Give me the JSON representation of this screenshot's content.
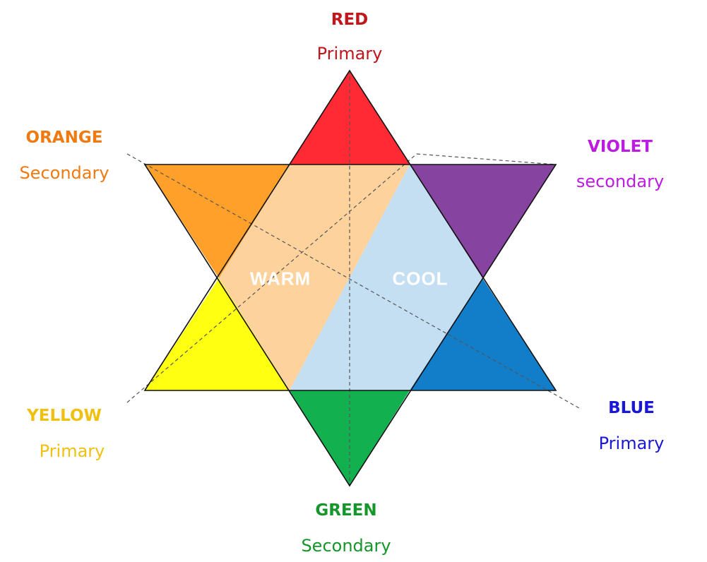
{
  "colors": [
    {
      "key": "red",
      "name": "RED",
      "kind": "Primary",
      "fill": "#ff2a33",
      "text": "#c0161c"
    },
    {
      "key": "orange",
      "name": "ORANGE",
      "kind": "Secondary",
      "fill": "#ffa02a",
      "text": "#f07a10"
    },
    {
      "key": "violet",
      "name": "VIOLET",
      "kind": "secondary",
      "fill": "#8643a0",
      "text": "#bc1ce0"
    },
    {
      "key": "yellow",
      "name": "YELLOW",
      "kind": "Primary",
      "fill": "#ffff12",
      "text": "#f0c010"
    },
    {
      "key": "blue",
      "name": "BLUE",
      "kind": "Primary",
      "fill": "#127dc8",
      "text": "#1a18d8"
    },
    {
      "key": "green",
      "name": "GREEN",
      "kind": "Secondary",
      "fill": "#12b04f",
      "text": "#14962a"
    }
  ],
  "zones": {
    "warm": {
      "label": "WARM",
      "fill": "#fed29c"
    },
    "cool": {
      "label": "COOL",
      "fill": "#c5dff2"
    }
  }
}
